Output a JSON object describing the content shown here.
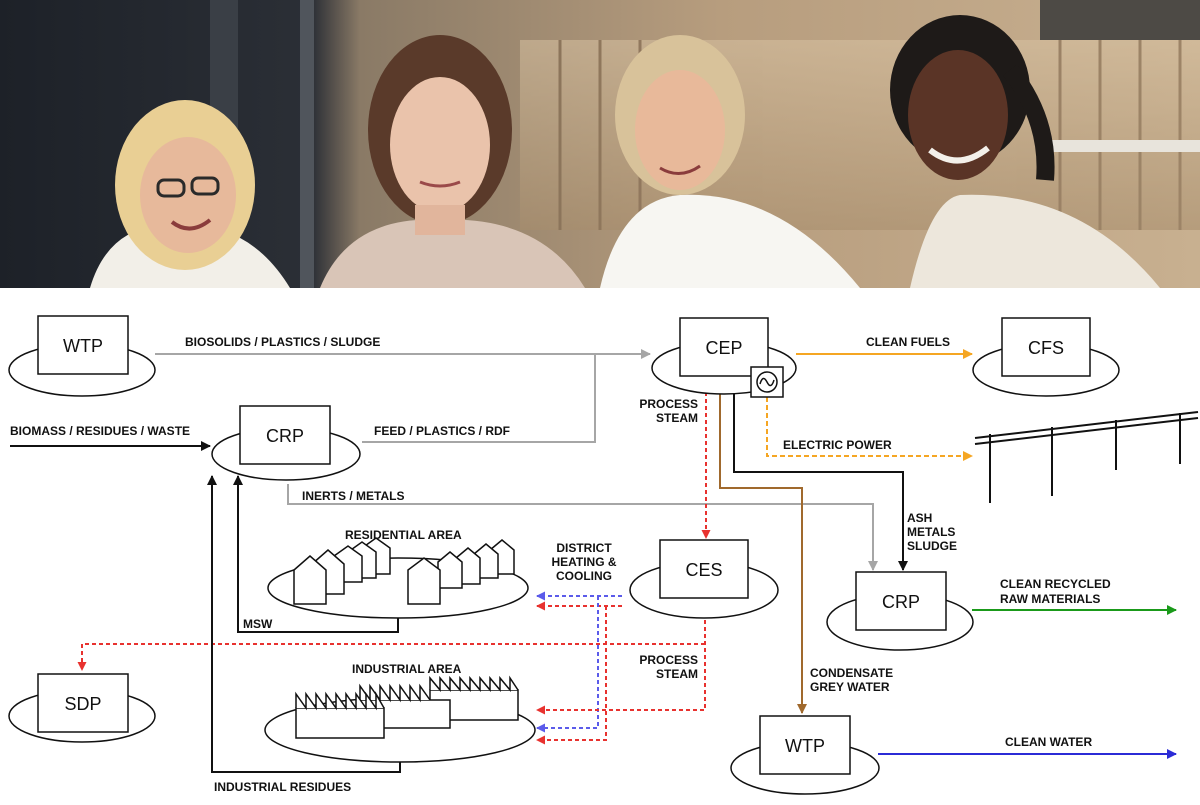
{
  "photo": {
    "description_icons": [
      "person-1",
      "person-2",
      "person-3",
      "person-4"
    ]
  },
  "nodes": {
    "wtp_top": "WTP",
    "crp_left": "CRP",
    "cep": "CEP",
    "cfs": "CFS",
    "ces": "CES",
    "crp_right": "CRP",
    "sdp": "SDP",
    "wtp_bottom": "WTP"
  },
  "labels": {
    "biosolids": "BIOSOLIDS / PLASTICS / SLUDGE",
    "biomass": "BIOMASS / RESIDUES / WASTE",
    "feed": "FEED / PLASTICS / RDF",
    "clean_fuels": "CLEAN FUELS",
    "process_steam_top_1": "PROCESS",
    "process_steam_top_2": "STEAM",
    "electric_power": "ELECTRIC POWER",
    "inerts_metals": "INERTS / METALS",
    "residential_area": "RESIDENTIAL AREA",
    "district_1": "DISTRICT",
    "district_2": "HEATING &",
    "district_3": "COOLING",
    "ash_1": "ASH",
    "ash_2": "METALS",
    "ash_3": "SLUDGE",
    "clean_recycled_1": "CLEAN RECYCLED",
    "clean_recycled_2": "RAW MATERIALS",
    "msw": "MSW",
    "industrial_area": "INDUSTRIAL AREA",
    "process_steam_bottom_1": "PROCESS",
    "process_steam_bottom_2": "STEAM",
    "condensate_1": "CONDENSATE",
    "condensate_2": "GREY WATER",
    "clean_water": "CLEAN WATER",
    "industrial_residues": "INDUSTRIAL RESIDUES"
  },
  "colors": {
    "gray_flow": "#a6a6a6",
    "orange_flow": "#f5a623",
    "red_flow": "#e8322f",
    "blue_dashed": "#5b5bea",
    "brown_flow": "#a0692d",
    "green_flow": "#1a9a1a",
    "blue_flow": "#2b2bd6",
    "black_flow": "#111111"
  }
}
